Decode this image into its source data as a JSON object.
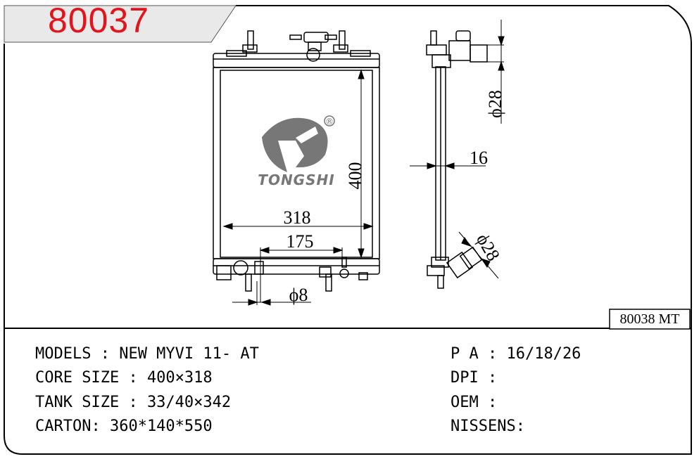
{
  "header": {
    "code": "80037"
  },
  "part_label": "80038 MT",
  "logo": {
    "brand": "TONGSHI",
    "mark": "®"
  },
  "dimensions": {
    "height": "400",
    "width": "318",
    "inlet_spacing": "175",
    "top_pipe": "ϕ28",
    "bottom_pipe": "ϕ28",
    "thickness": "16",
    "drain": "ϕ8"
  },
  "specs_left": [
    "MODELS : NEW MYVI 11- AT",
    "CORE SIZE : 400×318",
    "TANK SIZE : 33/40×342",
    "CARTON: 360*140*550"
  ],
  "specs_right": [
    "P A : 16/18/26",
    "DPI :",
    "OEM :",
    "NISSENS:"
  ],
  "colors": {
    "accent": "#e3141b",
    "logo": "#777777"
  }
}
